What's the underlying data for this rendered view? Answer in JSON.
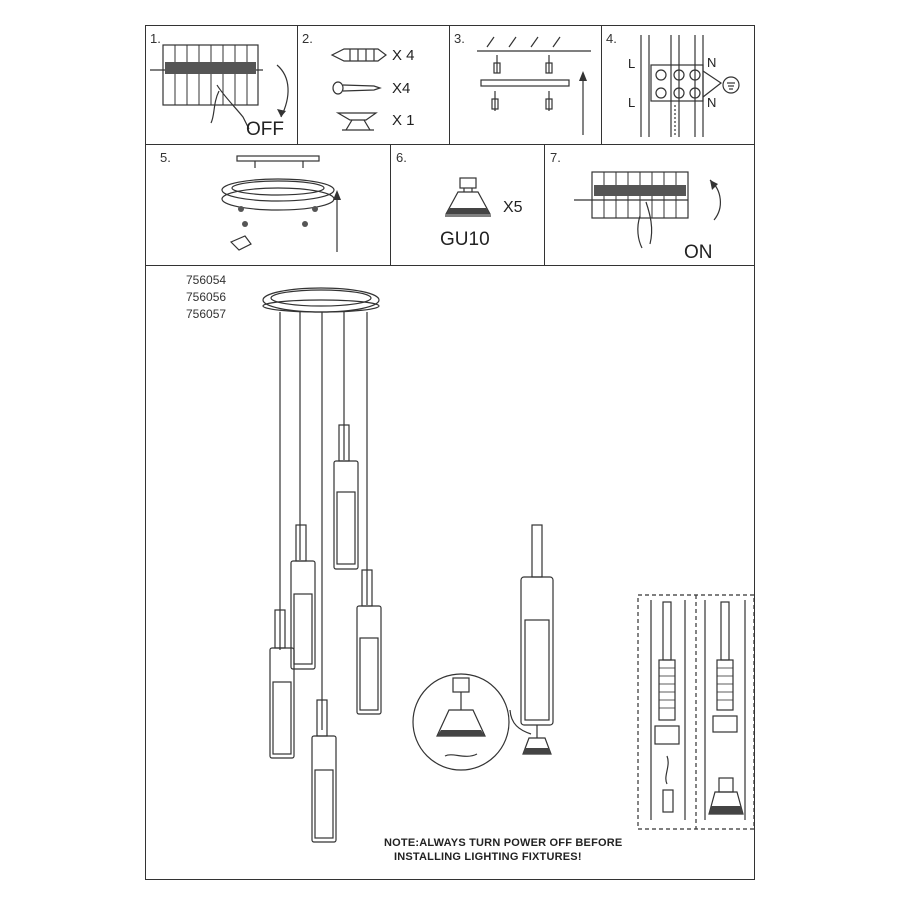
{
  "steps": [
    {
      "number": "1.",
      "caption": "OFF"
    },
    {
      "number": "2.",
      "qty": [
        "X 4",
        "X4",
        "X 1"
      ]
    },
    {
      "number": "3."
    },
    {
      "number": "4.",
      "labels": [
        "L",
        "N",
        "L",
        "N"
      ]
    },
    {
      "number": "5."
    },
    {
      "number": "6.",
      "caption": "GU10",
      "qty": "X5"
    },
    {
      "number": "7.",
      "caption": "ON"
    }
  ],
  "model_codes": [
    "756054",
    "756056",
    "756057"
  ],
  "note": {
    "line1": "NOTE:ALWAYS TURN POWER OFF BEFORE",
    "line2": "INSTALLING LIGHTING FIXTURES!"
  },
  "colors": {
    "line": "#333333",
    "background": "#ffffff"
  }
}
